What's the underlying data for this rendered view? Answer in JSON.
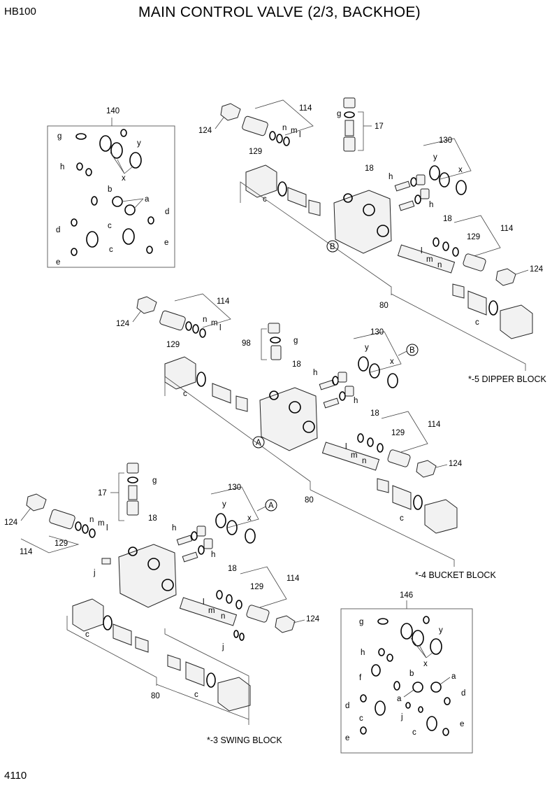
{
  "header": {
    "model": "HB100",
    "title": "MAIN CONTROL VALVE (2/3, BACKHOE)",
    "page_number": "4110"
  },
  "captions": {
    "dipper": "*-5 DIPPER BLOCK",
    "bucket": "*-4 BUCKET BLOCK",
    "swing": "*-3 SWING BLOCK"
  },
  "kits": {
    "seal_kit_140": "140",
    "seal_kit_146": "146"
  },
  "refs": {
    "p17": "17",
    "p18": "18",
    "p80": "80",
    "p98": "98",
    "p114": "114",
    "p124": "124",
    "p129": "129",
    "p130": "130",
    "c": "c",
    "g": "g",
    "h": "h",
    "m": "m",
    "n": "n",
    "l": "l",
    "x": "x",
    "y": "y",
    "a": "a",
    "b": "b",
    "d": "d",
    "e": "e",
    "f": "f",
    "j": "j",
    "A": "A",
    "B": "B"
  }
}
